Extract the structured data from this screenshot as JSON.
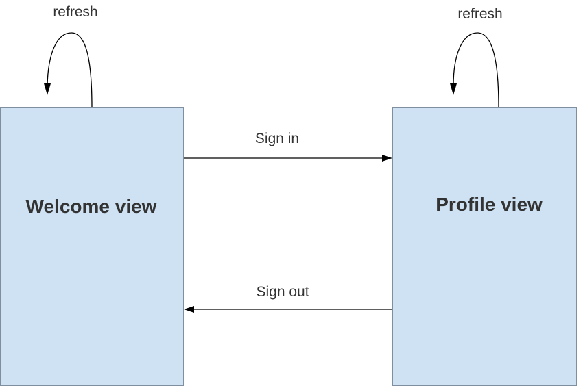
{
  "nodes": {
    "welcome": {
      "label": "Welcome view"
    },
    "profile": {
      "label": "Profile view"
    }
  },
  "edges": {
    "sign_in": {
      "label": "Sign in",
      "from": "Welcome view",
      "to": "Profile view"
    },
    "sign_out": {
      "label": "Sign out",
      "from": "Profile view",
      "to": "Welcome view"
    },
    "welcome_refresh": {
      "label": "refresh",
      "from": "Welcome view",
      "to": "Welcome view"
    },
    "profile_refresh": {
      "label": "refresh",
      "from": "Profile view",
      "to": "Profile view"
    }
  },
  "colors": {
    "box_fill": "#cfe2f3",
    "box_stroke": "#7f8fa0",
    "text": "#333333",
    "arrow": "#000000"
  }
}
